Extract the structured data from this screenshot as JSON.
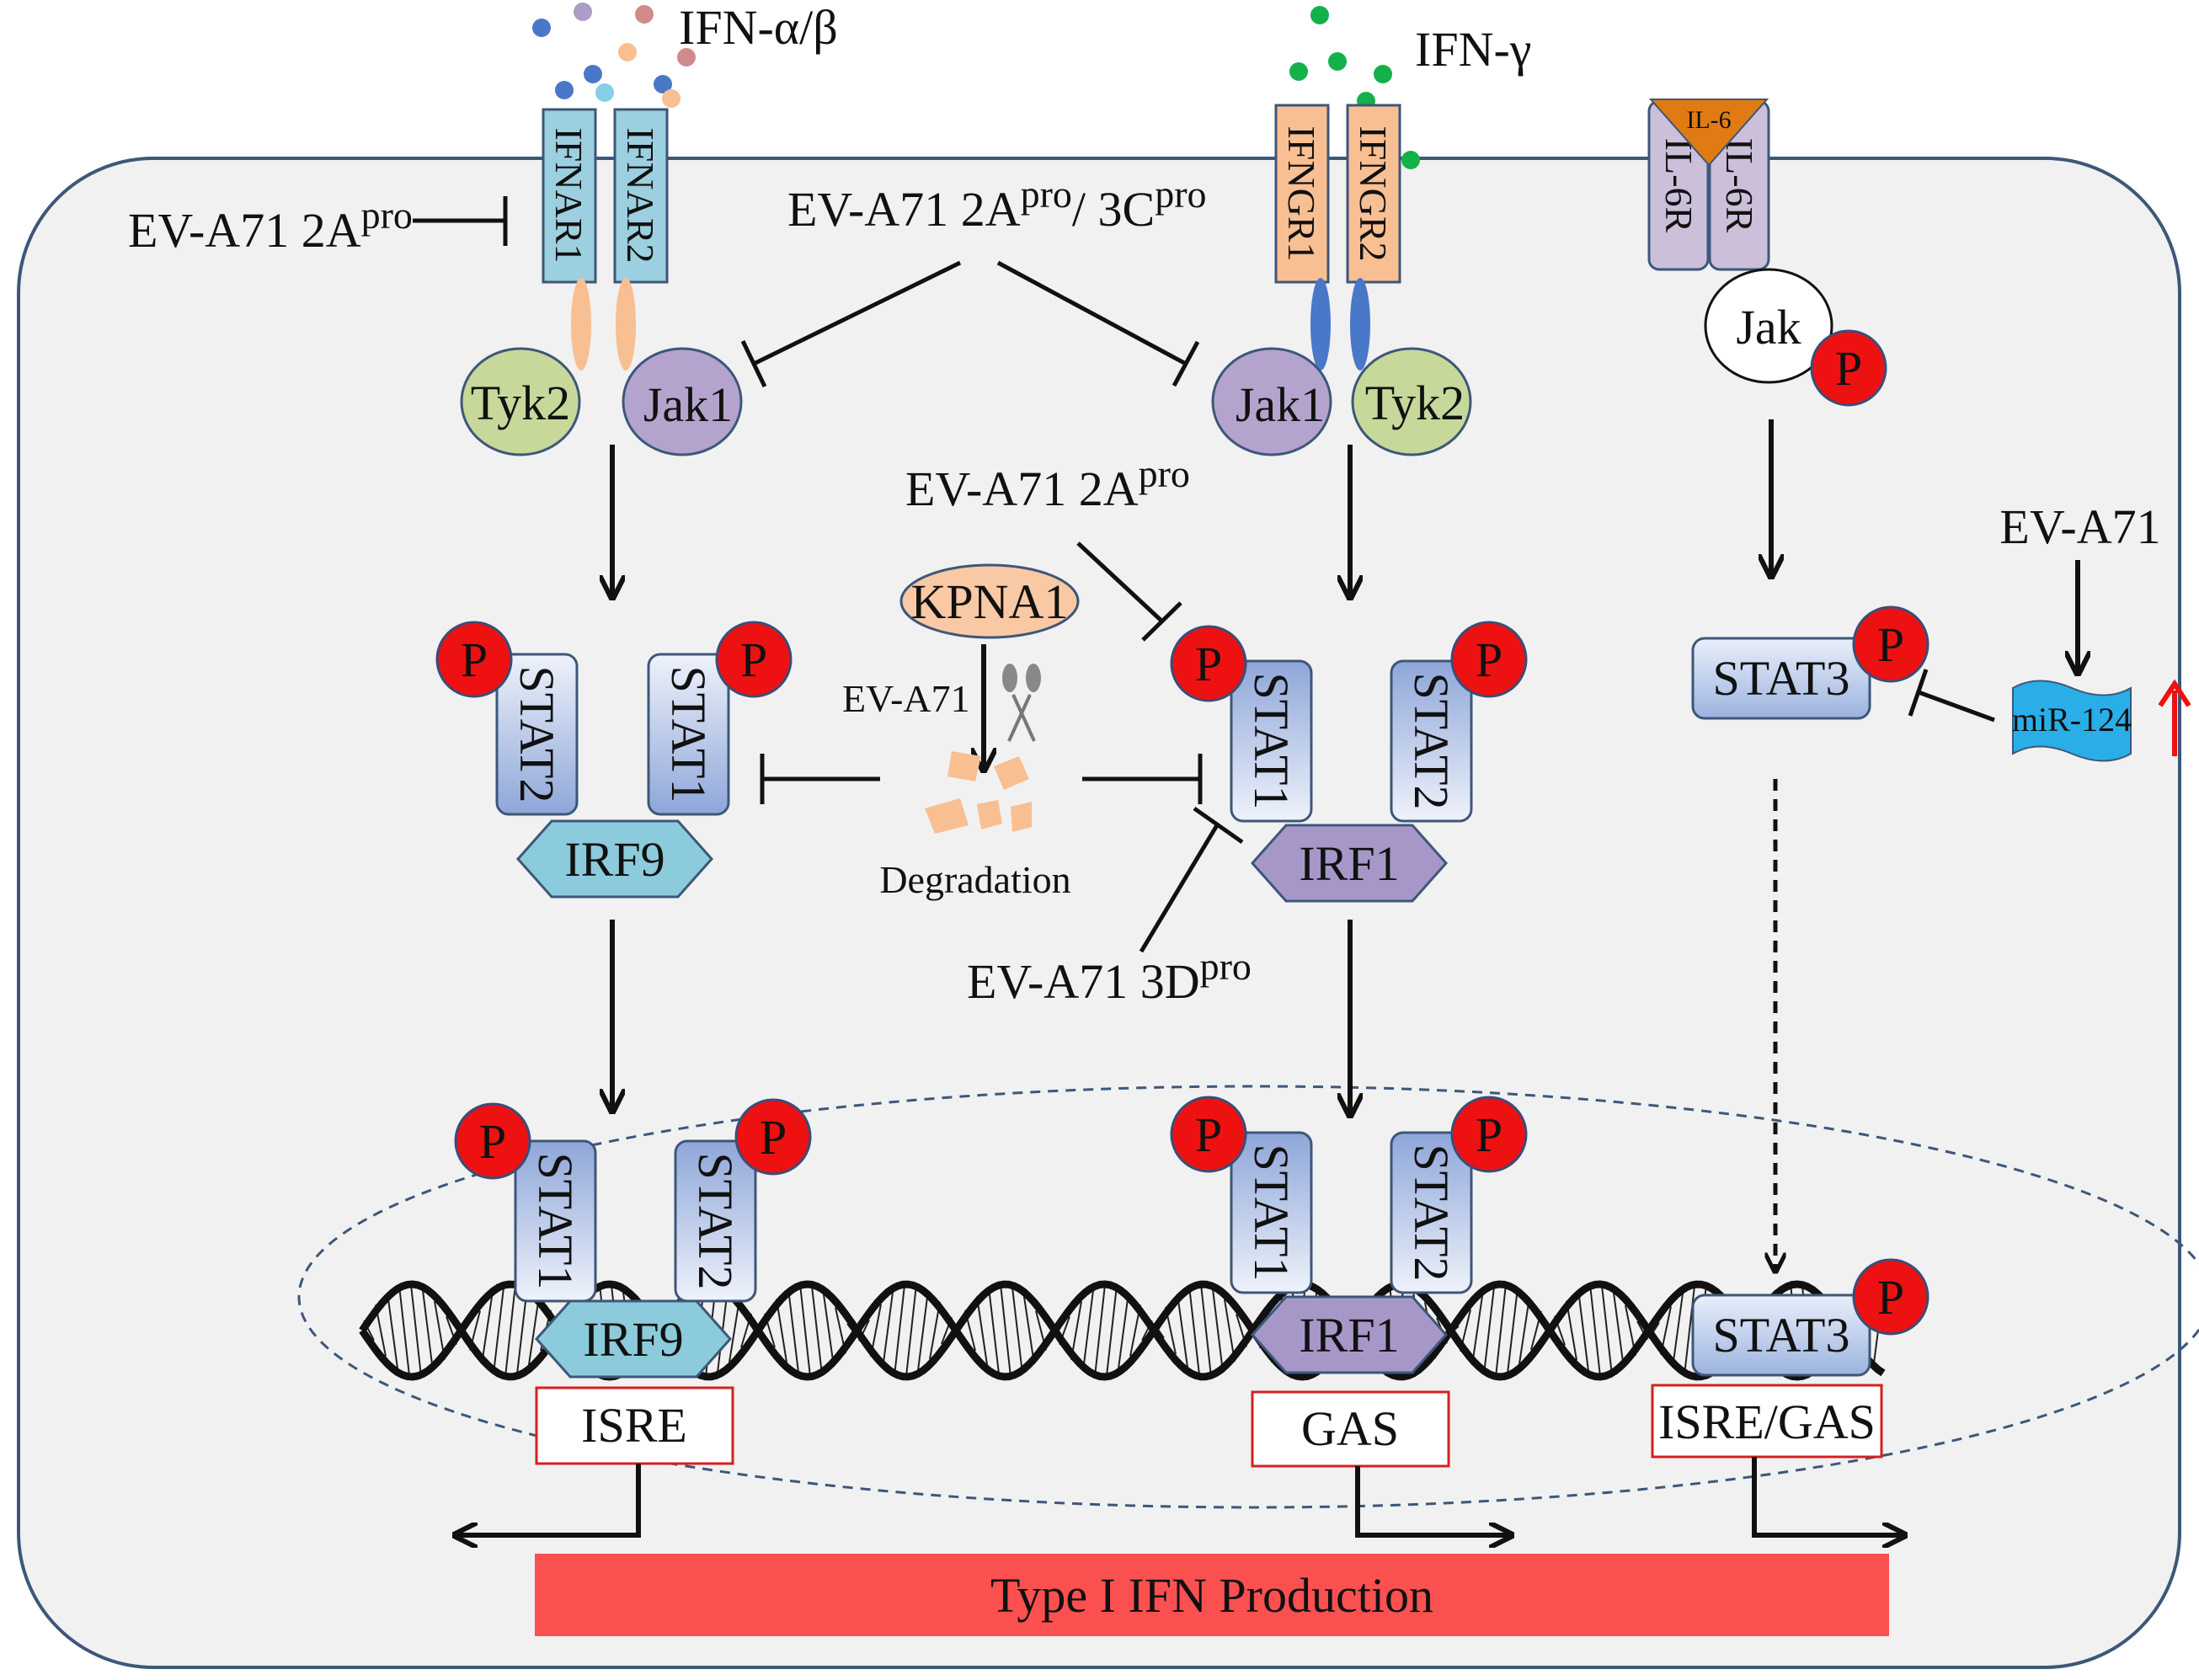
{
  "ligands": {
    "ifn_ab": "IFN-α/β",
    "ifn_g": "IFN-γ",
    "il6": "IL-6"
  },
  "receptors": {
    "ifnar1": "IFNAR1",
    "ifnar2": "IFNAR2",
    "ifngr1": "IFNGR1",
    "ifngr2": "IFNGR2",
    "il6r": "IL-6R"
  },
  "kinases": {
    "tyk2": "Tyk2",
    "jak1": "Jak1",
    "jak": "Jak"
  },
  "phospho": "P",
  "stats": {
    "stat1": "STAT1",
    "stat2": "STAT2",
    "stat3": "STAT3"
  },
  "irfs": {
    "irf9": "IRF9",
    "irf1": "IRF1"
  },
  "virus": {
    "base": "EV-A71 ",
    "a2": "2A",
    "a3": "3C",
    "d3": "3D",
    "sup": "pro",
    "slash": "/ ",
    "plain": "EV-A71"
  },
  "kpna1": "KPNA1",
  "degradation": "Degradation",
  "mirna": "miR-124",
  "elements": {
    "isre": "ISRE",
    "gas": "GAS",
    "isre_gas": "ISRE/GAS"
  },
  "output": "Type I IFN Production",
  "colors": {
    "cell_fill": "#f1f1f1",
    "cell_stroke": "#3d5779",
    "ifnar": "#9ccfe0",
    "ifngr": "#f8bf93",
    "il6r": "#cbbfd9",
    "tyk2": "#c7d89b",
    "jak1": "#b4a4cd",
    "phospho": "#ee1111",
    "irf9": "#8ccbdc",
    "irf1": "#a797c8",
    "mirna": "#29aee8",
    "output_bar": "#fb5050",
    "promoter_box": "#d62020",
    "up_arrow": "#ee1111"
  }
}
